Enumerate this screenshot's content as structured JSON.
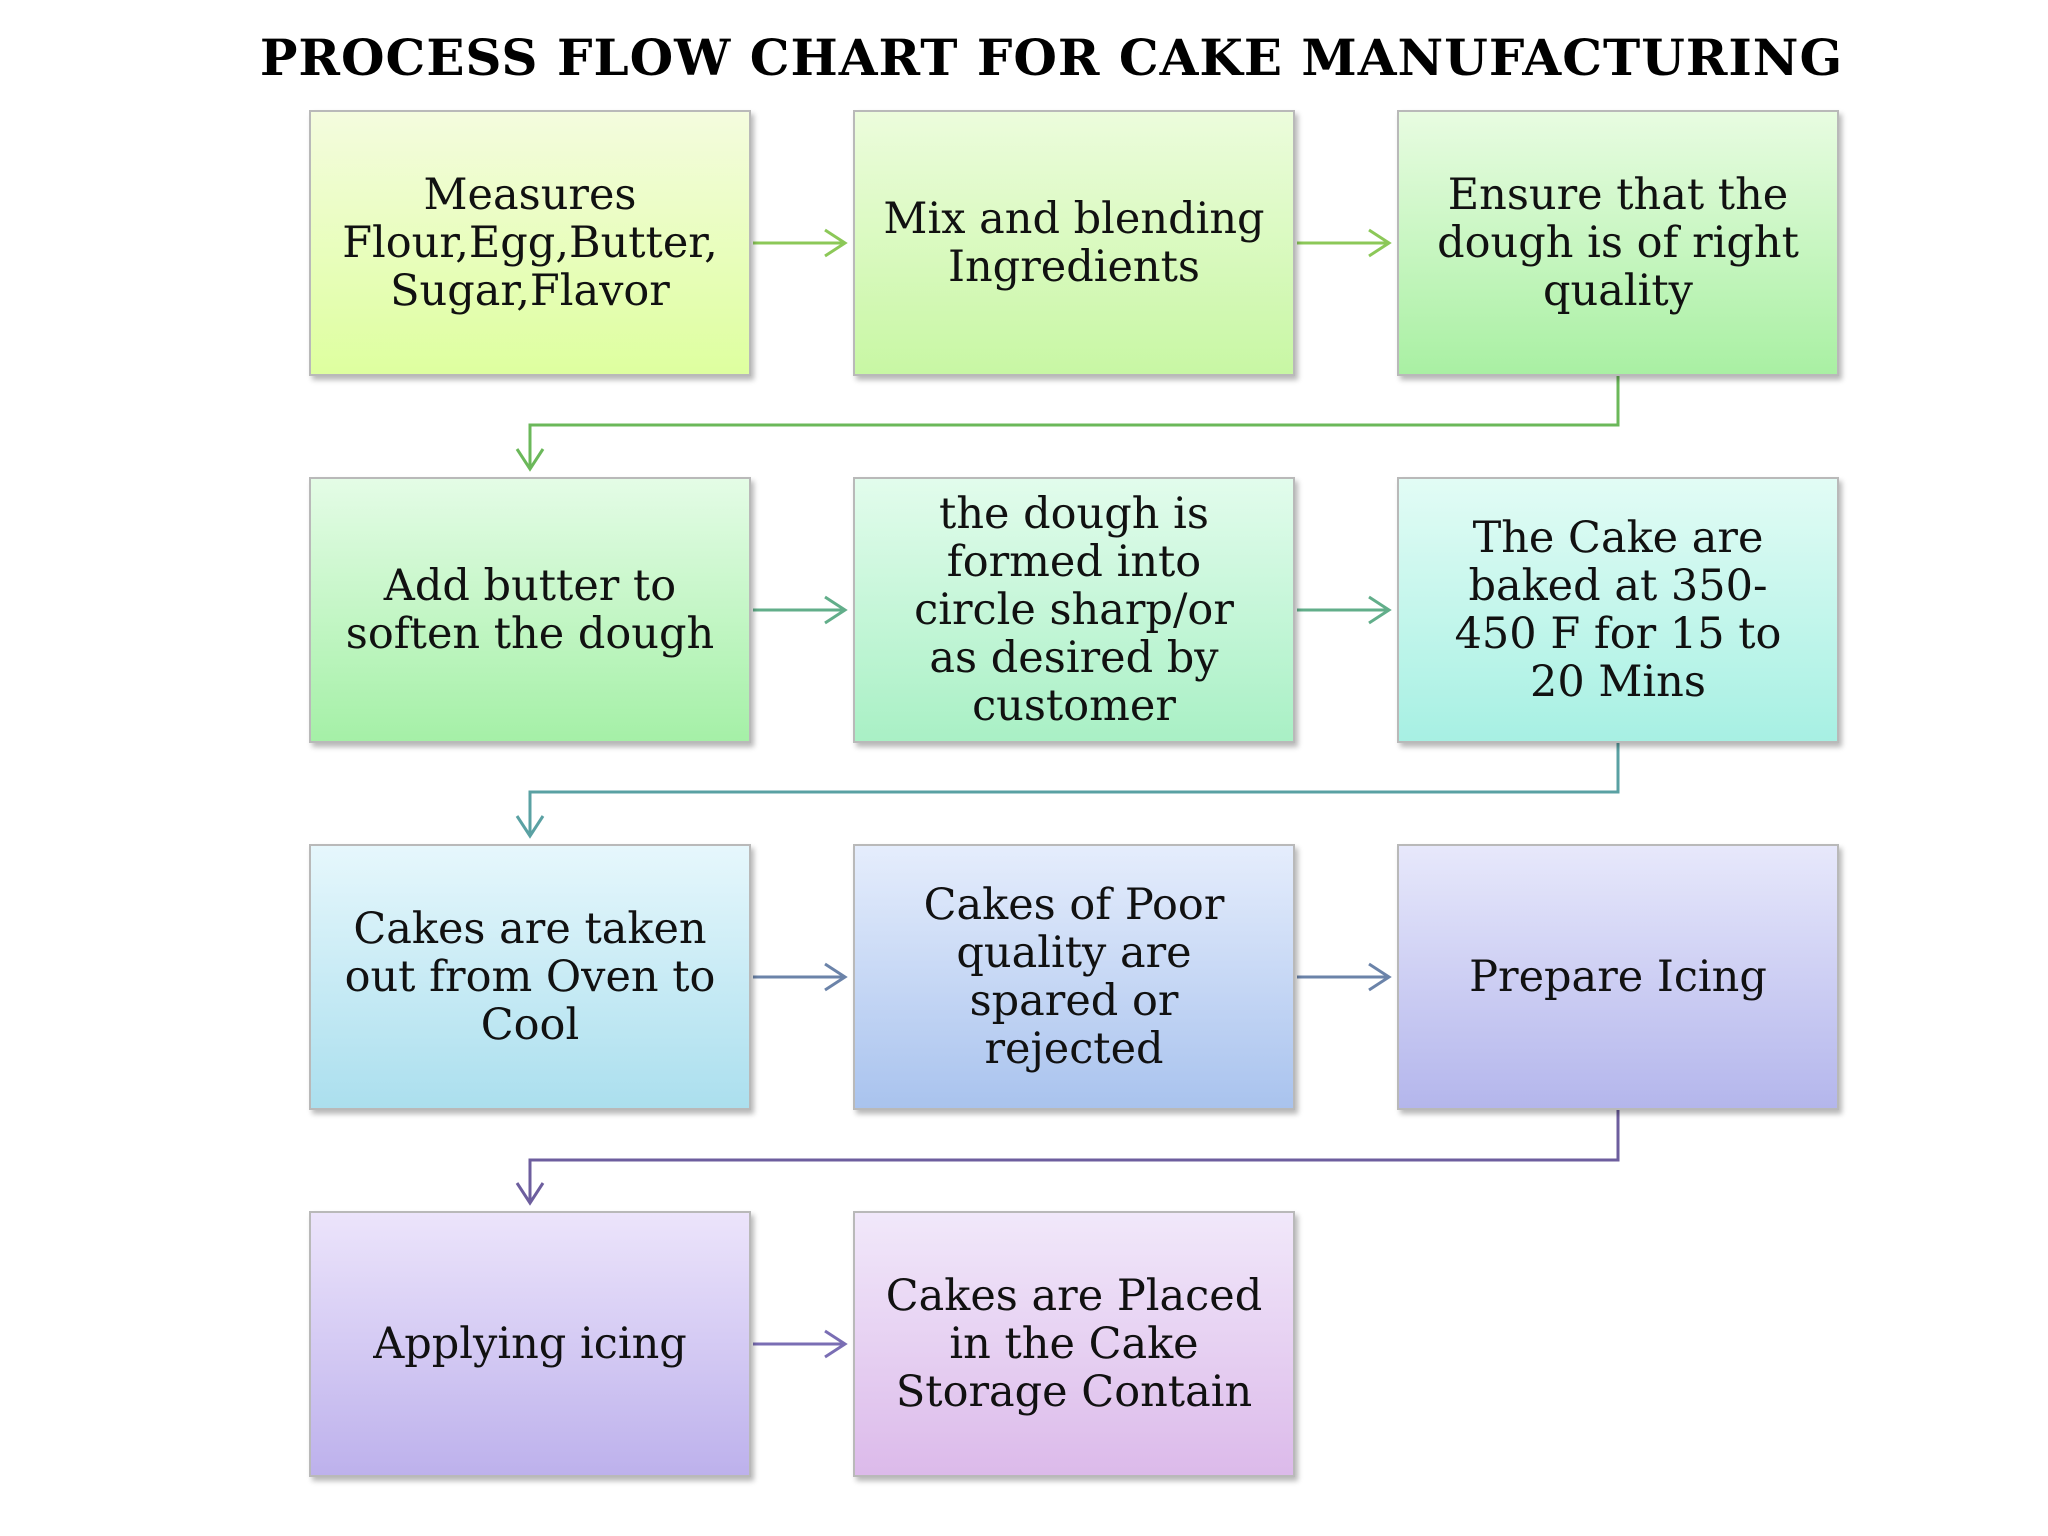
{
  "title": "PROCESS FLOW CHART FOR CAKE MANUFACTURING",
  "steps": [
    "Measures\nFlour,Egg,Butter,\nSugar,Flavor",
    "Mix and blending\nIngredients",
    "Ensure that the\ndough is of right\nquality",
    "Add butter to\nsoften the dough",
    "the dough is\nformed into\ncircle sharp/or\nas desired by\ncustomer",
    "The Cake are\nbaked at 350-\n450  F for 15 to\n20 Mins",
    "Cakes are taken\nout from Oven to\nCool",
    "Cakes of Poor\nquality are\nspared or\nrejected",
    "Prepare Icing",
    "Applying icing",
    "Cakes are Placed\nin the  Cake\nStorage Contain"
  ],
  "colors": {
    "row1_arrow": "#8cc858",
    "row2_arrow": "#62ae8a",
    "row3_arrow": "#6b83a9",
    "row4_arrow": "#7a6eb4",
    "connector1": "#6bb85a",
    "connector2": "#5aa1a3",
    "connector3": "#6d5e9e"
  }
}
